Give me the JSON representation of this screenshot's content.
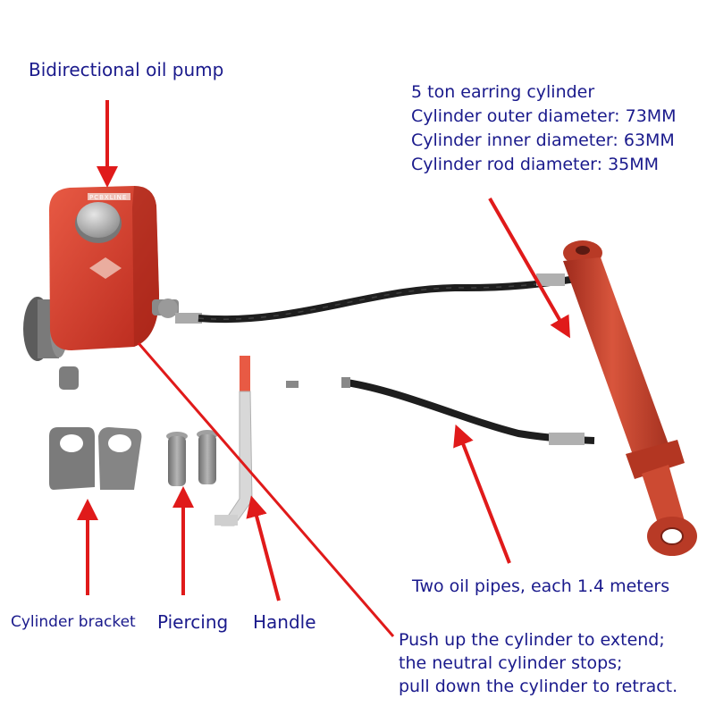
{
  "labels": {
    "pump": "Bidirectional oil pump",
    "pipes": "Two oil pipes, each 1.4 meters",
    "bracket": "Cylinder bracket",
    "piercing": "Piercing",
    "handle": "Handle"
  },
  "cylinder_specs": [
    "5 ton earring cylinder",
    "Cylinder outer diameter: 73MM",
    "Cylinder inner diameter: 63MM",
    "Cylinder rod diameter: 35MM"
  ],
  "instructions": [
    "Push up the cylinder to extend;",
    "the neutral cylinder stops;",
    "pull down the cylinder to retract."
  ],
  "colors": {
    "label_text": "#1a1a8c",
    "arrow": "#e01a1a",
    "pump_body": "#d83a28",
    "cylinder_body": "#c9402c",
    "hose": "#1e1e1e",
    "metal": "#8a8a8a"
  }
}
